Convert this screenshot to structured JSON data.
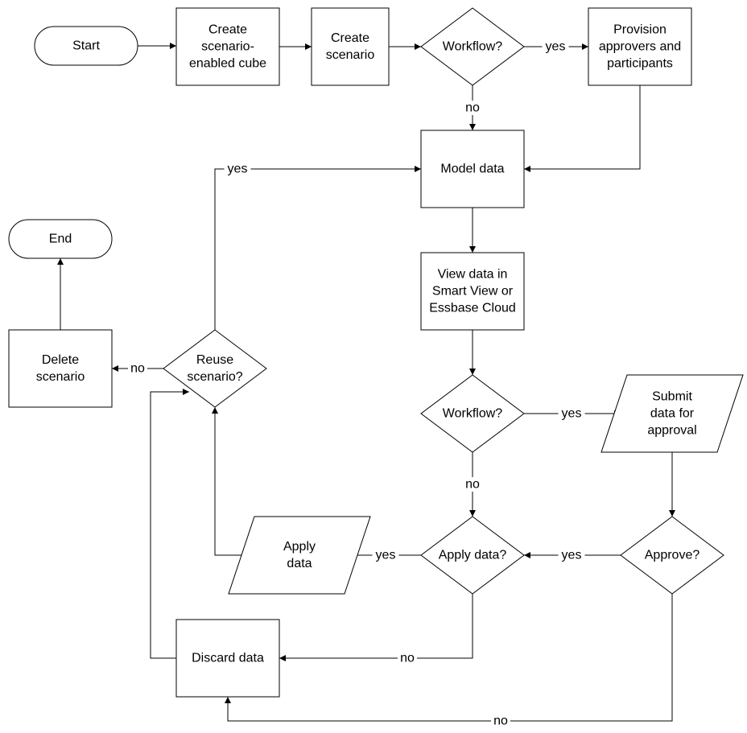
{
  "nodes": [
    {
      "id": "start",
      "shape": "terminal",
      "lines": [
        "Start"
      ]
    },
    {
      "id": "create-cube",
      "shape": "process",
      "lines": [
        "Create",
        "scenario-",
        "enabled cube"
      ]
    },
    {
      "id": "create-scenario",
      "shape": "process",
      "lines": [
        "Create",
        "scenario"
      ]
    },
    {
      "id": "workflow-1",
      "shape": "decision",
      "lines": [
        "Workflow?"
      ]
    },
    {
      "id": "provision",
      "shape": "process",
      "lines": [
        "Provision",
        "approvers and",
        "participants"
      ]
    },
    {
      "id": "model-data",
      "shape": "process",
      "lines": [
        "Model data"
      ]
    },
    {
      "id": "view-data",
      "shape": "process",
      "lines": [
        "View data in",
        "Smart View or",
        "Essbase Cloud"
      ]
    },
    {
      "id": "workflow-2",
      "shape": "decision",
      "lines": [
        "Workflow?"
      ]
    },
    {
      "id": "submit-data",
      "shape": "data",
      "lines": [
        "Submit",
        "data for",
        "approval"
      ]
    },
    {
      "id": "approve",
      "shape": "decision",
      "lines": [
        "Approve?"
      ]
    },
    {
      "id": "apply-data-decision",
      "shape": "decision",
      "lines": [
        "Apply data?"
      ]
    },
    {
      "id": "apply-data",
      "shape": "data",
      "lines": [
        "Apply",
        "data"
      ]
    },
    {
      "id": "discard-data",
      "shape": "process",
      "lines": [
        "Discard data"
      ]
    },
    {
      "id": "reuse-scenario",
      "shape": "decision",
      "lines": [
        "Reuse",
        "scenario?"
      ]
    },
    {
      "id": "delete-scenario",
      "shape": "process",
      "lines": [
        "Delete",
        "scenario"
      ]
    },
    {
      "id": "end",
      "shape": "terminal",
      "lines": [
        "End"
      ]
    }
  ],
  "edges": [
    {
      "id": "e1",
      "from": "start",
      "to": "create-cube",
      "label": ""
    },
    {
      "id": "e2",
      "from": "create-cube",
      "to": "create-scenario",
      "label": ""
    },
    {
      "id": "e3",
      "from": "create-scenario",
      "to": "workflow-1",
      "label": ""
    },
    {
      "id": "e4",
      "from": "workflow-1",
      "to": "provision",
      "label": "yes"
    },
    {
      "id": "e5",
      "from": "workflow-1",
      "to": "model-data",
      "label": "no"
    },
    {
      "id": "e6",
      "from": "provision",
      "to": "model-data",
      "label": ""
    },
    {
      "id": "e7",
      "from": "model-data",
      "to": "view-data",
      "label": ""
    },
    {
      "id": "e8",
      "from": "view-data",
      "to": "workflow-2",
      "label": ""
    },
    {
      "id": "e9",
      "from": "workflow-2",
      "to": "submit-data",
      "label": "yes"
    },
    {
      "id": "e10",
      "from": "workflow-2",
      "to": "apply-data-decision",
      "label": "no"
    },
    {
      "id": "e11",
      "from": "submit-data",
      "to": "approve",
      "label": ""
    },
    {
      "id": "e12",
      "from": "approve",
      "to": "apply-data-decision",
      "label": "yes"
    },
    {
      "id": "e13",
      "from": "approve",
      "to": "discard-data",
      "label": "no"
    },
    {
      "id": "e14",
      "from": "apply-data-decision",
      "to": "apply-data",
      "label": "yes"
    },
    {
      "id": "e15",
      "from": "apply-data-decision",
      "to": "discard-data",
      "label": "no"
    },
    {
      "id": "e16",
      "from": "apply-data",
      "to": "reuse-scenario",
      "label": ""
    },
    {
      "id": "e17",
      "from": "discard-data",
      "to": "reuse-scenario",
      "label": ""
    },
    {
      "id": "e18",
      "from": "reuse-scenario",
      "to": "model-data",
      "label": "yes"
    },
    {
      "id": "e19",
      "from": "reuse-scenario",
      "to": "delete-scenario",
      "label": "no"
    },
    {
      "id": "e20",
      "from": "delete-scenario",
      "to": "end",
      "label": ""
    }
  ]
}
